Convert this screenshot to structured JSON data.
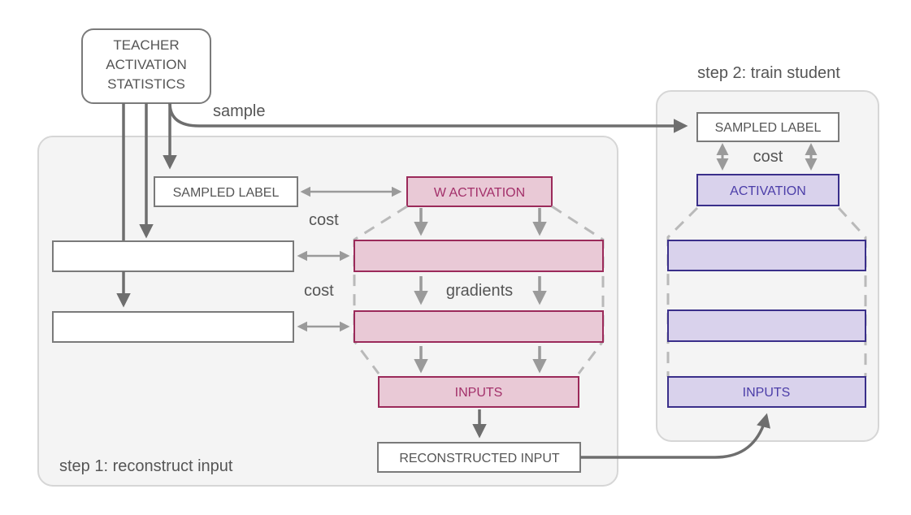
{
  "teacher_box": {
    "lines": [
      "TEACHER",
      "ACTIVATION",
      "STATISTICS"
    ]
  },
  "sample_label": "sample",
  "step1": {
    "title": "step 1: reconstruct input",
    "sampled_label": "SAMPLED LABEL",
    "activation_label": "W ACTIVATION",
    "inputs_label": "INPUTS",
    "reconstructed_label": "RECONSTRUCTED INPUT",
    "cost_top": "cost",
    "cost_bottom": "cost",
    "gradients": "gradients"
  },
  "step2": {
    "title": "step 2: train student",
    "sampled_label": "SAMPLED LABEL",
    "cost": "cost",
    "activation_label": "ACTIVATION",
    "inputs_label": "INPUTS"
  },
  "colors": {
    "panel_fill": "#f4f4f4",
    "panel_stroke": "#d6d6d6",
    "arrow": "#6e6e6e",
    "arrow_light": "#9a9a9a",
    "teacher_fill": "#e9c9d6",
    "teacher_stroke": "#9b2a5a",
    "teacher_text": "#a3306a",
    "student_fill": "#d9d2ec",
    "student_stroke": "#3a2f8a",
    "student_text": "#4b3da8",
    "text": "#555555"
  }
}
